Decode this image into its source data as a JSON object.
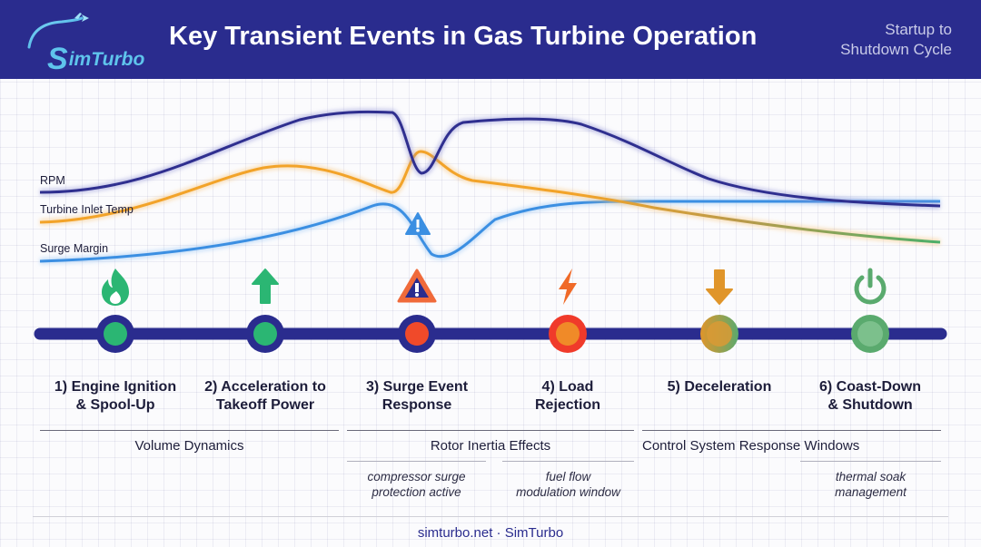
{
  "header": {
    "brand_lead": "S",
    "brand_rest": "imTurbo",
    "title": "Key Transient Events in Gas Turbine Operation",
    "subtitle_line1": "Startup to",
    "subtitle_line2": "Shutdown Cycle"
  },
  "curves": [
    {
      "label": "RPM",
      "color": "#2f2f8f"
    },
    {
      "label": "Turbine Inlet Temp",
      "color": "#f2a329"
    },
    {
      "label": "Surge Margin",
      "color": "#3b8fe2"
    }
  ],
  "warning_icon": "warning-icon",
  "events": [
    {
      "number": "1)",
      "line1": "Engine Ignition",
      "line2": "& Spool-Up",
      "icon": "flame-icon",
      "color": "#2bb673"
    },
    {
      "number": "2)",
      "line1": "Acceleration to",
      "line2": "Takeoff Power",
      "icon": "arrow-up-icon",
      "color": "#2bb673"
    },
    {
      "number": "3)",
      "line1": "Surge Event",
      "line2": "Response",
      "icon": "warning-icon",
      "color": "#e8502a"
    },
    {
      "number": "4)",
      "line1": "Load",
      "line2": "Rejection",
      "icon": "lightning-icon",
      "color": "#f06a28"
    },
    {
      "number": "5)",
      "line1": "Deceleration",
      "line2": "",
      "icon": "arrow-down-icon",
      "color": "#e0952a"
    },
    {
      "number": "6)",
      "line1": "Coast-Down",
      "line2": "& Shutdown",
      "icon": "power-icon",
      "color": "#5aaa6e"
    }
  ],
  "groups": [
    {
      "label": "Volume Dynamics"
    },
    {
      "label": "Rotor Inertia Effects"
    },
    {
      "label": "Control System Response Windows"
    }
  ],
  "notes": [
    {
      "line1": "compressor surge",
      "line2": "protection active"
    },
    {
      "line1": "fuel flow",
      "line2": "modulation window"
    },
    {
      "line1": "thermal soak",
      "line2": "management"
    }
  ],
  "footer": {
    "text": "simturbo.net · SimTurbo"
  }
}
